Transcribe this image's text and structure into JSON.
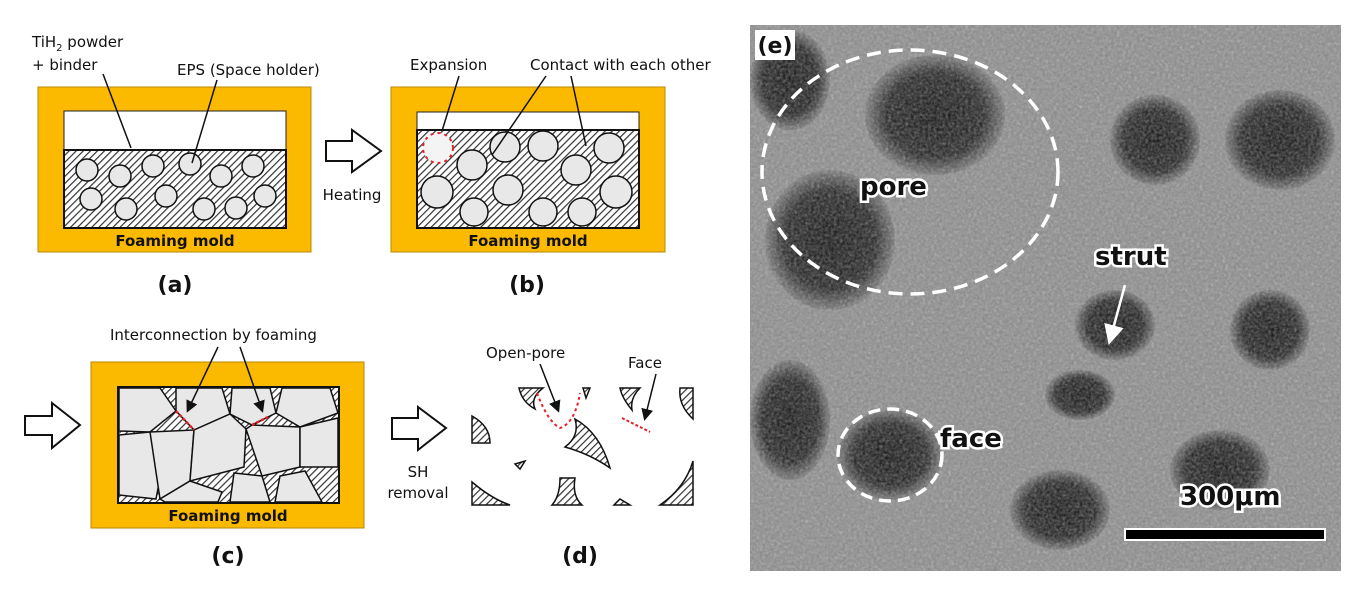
{
  "figure": {
    "panel_a": {
      "label_tih2": "TiH",
      "label_tih2_sub": "2",
      "label_tih2_rest": " powder",
      "label_binder": "+ binder",
      "label_eps": "EPS (Space holder)",
      "mold_label": "Foaming mold",
      "caption": "(a)"
    },
    "step_ab": {
      "label": "Heating"
    },
    "panel_b": {
      "label_expansion": "Expansion",
      "label_contact": "Contact with each other",
      "mold_label": "Foaming mold",
      "caption": "(b)"
    },
    "panel_c": {
      "label_interconnection": "Interconnection by foaming",
      "mold_label": "Foaming mold",
      "caption": "(c)"
    },
    "step_cd": {
      "label_line1": "SH",
      "label_line2": "removal"
    },
    "panel_d": {
      "label_open_pore": "Open-pore",
      "label_face": "Face",
      "caption": "(d)"
    },
    "panel_e": {
      "caption": "(e)",
      "label_pore": "pore",
      "label_strut": "strut",
      "label_face": "face",
      "scale_bar": "300μm"
    },
    "colors": {
      "mold": "#FBB900",
      "particle": "#E8E8E8",
      "interconnect": "#E8202A"
    }
  }
}
